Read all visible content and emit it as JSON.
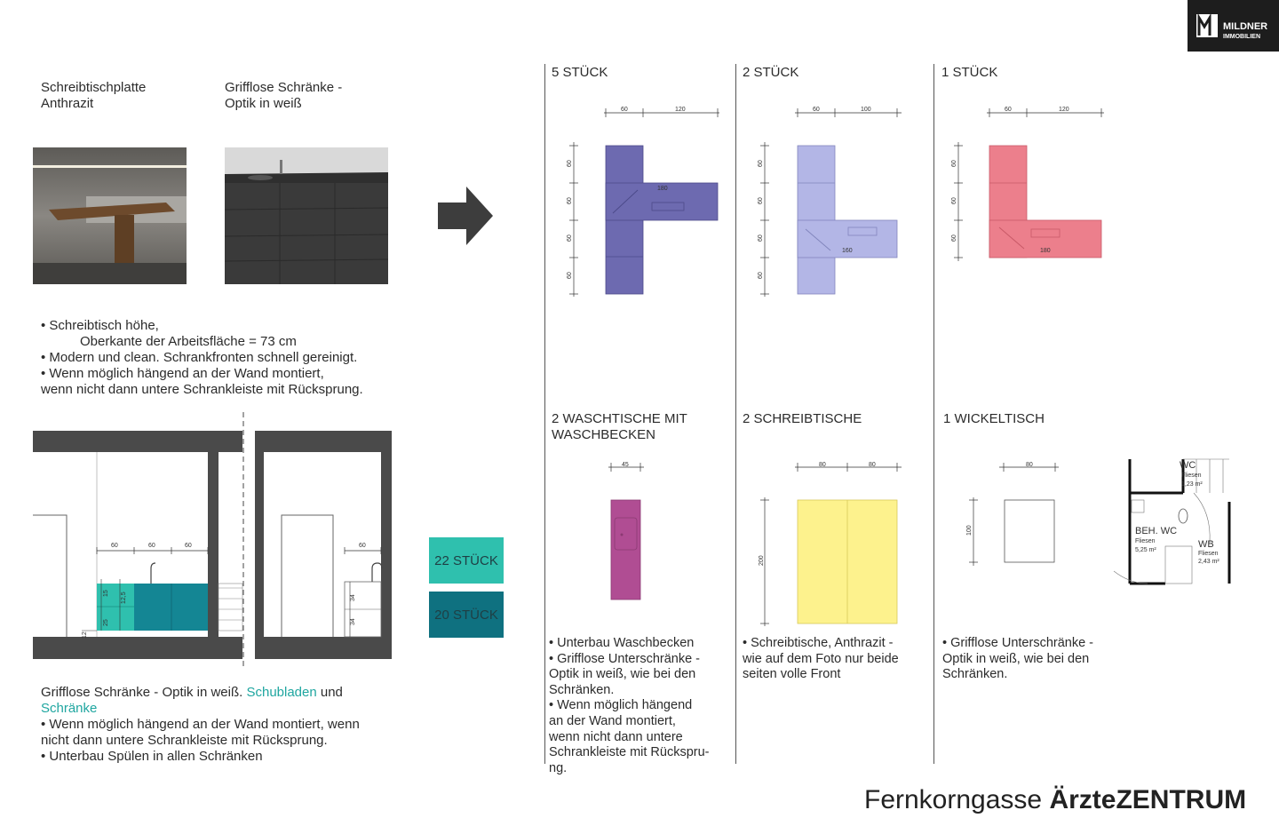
{
  "logo": {
    "line1": "MILDNER",
    "line2": "IMMOBILIEN"
  },
  "left": {
    "caption1": [
      "Schreibtischplatte",
      "Anthrazit"
    ],
    "caption2": [
      "Grifflose Schränke -",
      "Optik in weiß"
    ],
    "bullets1": [
      "• Schreibtisch höhe,",
      "Oberkante der Arbeitsfläche = 73 cm",
      "• Modern und clean. Schrankfronten schnell gereinigt.",
      "• Wenn möglich hängend an der Wand montiert,",
      "wenn nicht dann untere Schrankleiste mit Rücksprung."
    ],
    "elevation_dims": [
      "60",
      "60",
      "60",
      "60",
      "15",
      "12,5",
      "25",
      "34",
      "34",
      "12"
    ],
    "text2": {
      "line1_a": "Grifflose Schränke - Optik in weiß. ",
      "line1_b": "Schubladen",
      "line1_c": " und",
      "line2": "Schränke",
      "line3": "• Wenn möglich hängend an der Wand montiert, wenn",
      "line4": "nicht dann untere Schrankleiste mit Rücksprung.",
      "line5": "• Unterbau Spülen in allen Schränken"
    }
  },
  "counts": {
    "a": "22 STÜCK",
    "b": "20 STÜCK",
    "color_a": "#2fc0ae",
    "color_b": "#0f7180"
  },
  "desks": [
    {
      "title": "5 STÜCK",
      "dims_top": [
        "60",
        "120"
      ],
      "dims_side": [
        "60",
        "60",
        "60",
        "60"
      ],
      "width_label": "180",
      "color": "#6d6ab0"
    },
    {
      "title": "2 STÜCK",
      "dims_top": [
        "60",
        "100"
      ],
      "dims_side": [
        "60",
        "60",
        "60",
        "60"
      ],
      "width_label": "160",
      "color": "#b3b6e6"
    },
    {
      "title": "1 STÜCK",
      "dims_top": [
        "60",
        "120"
      ],
      "dims_side": [
        "60",
        "60",
        "60"
      ],
      "width_label": "180",
      "color": "#ec7f8c"
    }
  ],
  "items": [
    {
      "title": [
        "2 WASCHTISCHE MIT",
        "WASCHBECKEN"
      ],
      "dim_top": "45",
      "color": "#b04d93",
      "text": [
        "• Unterbau Waschbecken",
        "• Grifflose Unterschränke -",
        "Optik in weiß, wie bei den",
        "Schränken.",
        "• Wenn möglich hängend",
        "an der Wand montiert,",
        "wenn nicht dann untere",
        "Schrankleiste mit Rückspru-",
        "ng."
      ]
    },
    {
      "title": [
        "2 SCHREIBTISCHE"
      ],
      "dims_top": [
        "80",
        "80"
      ],
      "dim_side": "200",
      "color": "#fdf28d",
      "text": [
        "• Schreibtische, Anthrazit -",
        "wie auf dem Foto nur beide",
        "seiten volle Front"
      ]
    },
    {
      "title": [
        "1 WICKELTISCH"
      ],
      "dim_top": "80",
      "dim_side": "100",
      "text": [
        "• Grifflose Unterschränke -",
        "Optik in weiß, wie bei den",
        "Schränken."
      ]
    }
  ],
  "floorplan": {
    "wc": "WC",
    "wc_sub": "Fliesen",
    "wc_area": "1,23 m²",
    "beh": "BEH. WC",
    "beh_sub": "Fliesen",
    "beh_area": "5,25 m²",
    "wb": "WB",
    "wb_sub": "Fliesen",
    "wb_area": "2,43 m²"
  },
  "footer": {
    "normal": "Fernkorngasse ",
    "bold_a": "Ärzte",
    "bold_b": "ZENTRUM"
  }
}
